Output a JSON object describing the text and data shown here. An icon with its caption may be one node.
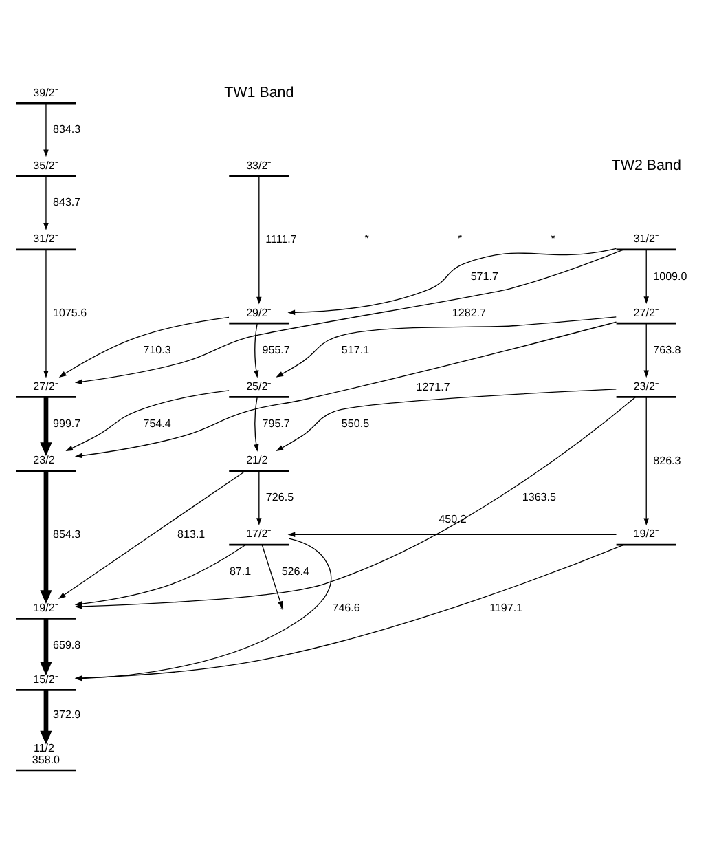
{
  "diagram": {
    "nodes": [
      {
        "text": [
          "39/2⁻"
        ]
      },
      {
        "text": [
          "35/2⁻"
        ]
      },
      {
        "text": [
          "31/2⁻"
        ]
      },
      {
        "text": [
          "27/2⁻"
        ]
      },
      {
        "text": [
          "23/2⁻"
        ]
      },
      {
        "text": [
          "19/2⁻"
        ]
      },
      {
        "text": [
          "15/2⁻"
        ]
      },
      {
        "text": [
          "11/2⁻",
          "358.0"
        ]
      },
      {
        "text": [
          "33/2⁻"
        ]
      },
      {
        "text": [
          "29/2⁻"
        ]
      },
      {
        "text": [
          "25/2⁻"
        ]
      },
      {
        "text": [
          "21/2⁻"
        ]
      },
      {
        "text": [
          "17/2⁻"
        ]
      },
      {
        "text": [
          "31/2⁻"
        ]
      },
      {
        "text": [
          "27/2⁻"
        ]
      },
      {
        "text": [
          "23/2⁻"
        ]
      },
      {
        "text": [
          "19/2⁻"
        ]
      }
    ],
    "edges": [
      {
        "from": 0,
        "to": 1,
        "arrow": "to",
        "label": "834.3"
      },
      {
        "from": 1,
        "to": 2,
        "arrow": "to",
        "label": "843.7"
      },
      {
        "from": 2,
        "to": 3,
        "arrow": "to",
        "label": "1075.6"
      },
      {
        "from": 3,
        "to": 4,
        "arrow": "to",
        "label": "999.7",
        "style": "thick"
      },
      {
        "from": 4,
        "to": 5,
        "arrow": "to",
        "label": "854.3",
        "style": "thick"
      },
      {
        "from": 5,
        "to": 6,
        "arrow": "to",
        "label": "659.8",
        "style": "thick"
      },
      {
        "from": 6,
        "to": 7,
        "arrow": "to",
        "label": "372.9",
        "style": "thick"
      },
      {
        "from": 8,
        "to": 9,
        "arrow": "to",
        "label": "1111.7"
      },
      {
        "from": 9,
        "to": 10,
        "arrow": "to",
        "label": "955.7"
      },
      {
        "from": 10,
        "to": 11,
        "arrow": "to",
        "label": "795.7"
      },
      {
        "from": 11,
        "to": 12,
        "arrow": "to",
        "label": "726.5"
      },
      {
        "from": 9,
        "to": 3,
        "arrow": "to",
        "label": "710.3"
      },
      {
        "from": 10,
        "to": 4,
        "arrow": "to",
        "label": "754.4"
      },
      {
        "from": 11,
        "to": 5,
        "arrow": "to",
        "label": "813.1"
      },
      {
        "from": 12,
        "to": 5,
        "arrow": "to",
        "label": "87.1"
      },
      {
        "from": 12,
        "to": 6,
        "arrow": "to",
        "label": "746.6"
      },
      {
        "from": 12,
        "to": null,
        "arrow": "to",
        "label": "526.4"
      },
      {
        "from": 13,
        "to": 14,
        "arrow": "to",
        "label": "1009.0"
      },
      {
        "from": 14,
        "to": 15,
        "arrow": "to",
        "label": "763.8"
      },
      {
        "from": 15,
        "to": 16,
        "arrow": "to",
        "label": "826.3"
      },
      {
        "from": 13,
        "to": 9,
        "arrow": "to",
        "label": "571.7"
      },
      {
        "from": 13,
        "to": 3,
        "arrow": "to",
        "label": "1282.7"
      },
      {
        "from": 14,
        "to": 10,
        "arrow": "to",
        "label": "517.1"
      },
      {
        "from": 14,
        "to": 4,
        "arrow": "to",
        "label": "1271.7"
      },
      {
        "from": 15,
        "to": 11,
        "arrow": "to",
        "label": "550.5"
      },
      {
        "from": 15,
        "to": 5,
        "arrow": "to",
        "label": "1363.5"
      },
      {
        "from": 16,
        "to": 12,
        "arrow": "to",
        "label": "450.2"
      },
      {
        "from": 16,
        "to": 6,
        "arrow": "to",
        "label": "1197.1"
      }
    ],
    "labels": [
      "TW1 Band",
      "TW2 Band",
      "*",
      "*",
      "*"
    ]
  }
}
